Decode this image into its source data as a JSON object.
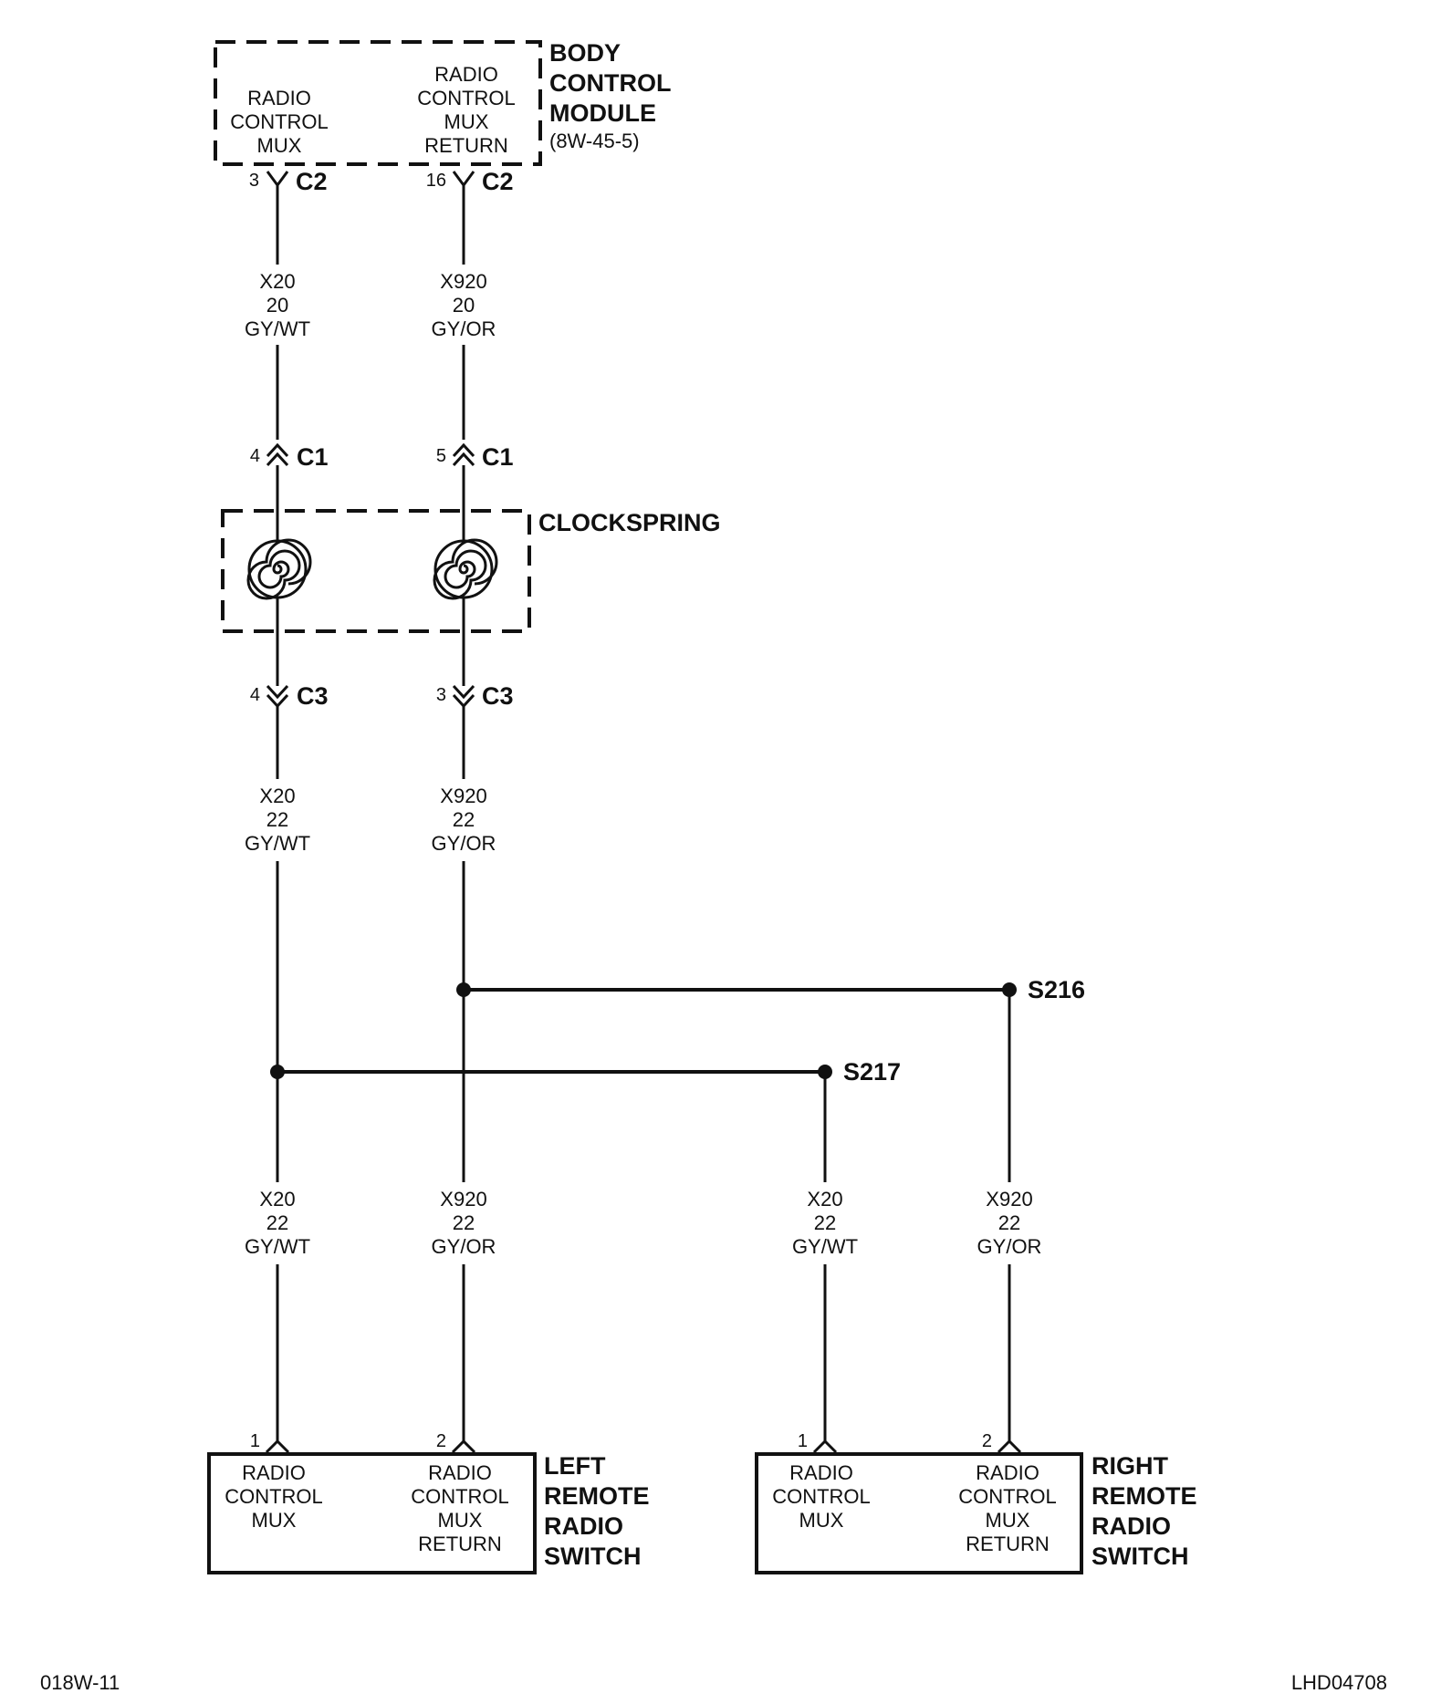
{
  "body_control_module": {
    "title_lines": [
      "BODY",
      "CONTROL",
      "MODULE"
    ],
    "reference": "(8W-45-5)",
    "pin_left_lines": [
      "RADIO",
      "CONTROL",
      "MUX"
    ],
    "pin_right_lines": [
      "RADIO",
      "CONTROL",
      "MUX",
      "RETURN"
    ]
  },
  "connectors": {
    "c2_left": {
      "pin": "3",
      "name": "C2"
    },
    "c2_right": {
      "pin": "16",
      "name": "C2"
    },
    "c1_left": {
      "pin": "4",
      "name": "C1"
    },
    "c1_right": {
      "pin": "5",
      "name": "C1"
    },
    "c3_left": {
      "pin": "4",
      "name": "C3"
    },
    "c3_right": {
      "pin": "3",
      "name": "C3"
    }
  },
  "clockspring": {
    "label": "CLOCKSPRING"
  },
  "wires": {
    "upper_left": [
      "X20",
      "20",
      "GY/WT"
    ],
    "upper_right": [
      "X920",
      "20",
      "GY/OR"
    ],
    "mid_left": [
      "X20",
      "22",
      "GY/WT"
    ],
    "mid_right": [
      "X920",
      "22",
      "GY/OR"
    ],
    "lower_1": [
      "X20",
      "22",
      "GY/WT"
    ],
    "lower_2": [
      "X920",
      "22",
      "GY/OR"
    ],
    "lower_3": [
      "X20",
      "22",
      "GY/WT"
    ],
    "lower_4": [
      "X920",
      "22",
      "GY/OR"
    ]
  },
  "splices": {
    "s216": "S216",
    "s217": "S217"
  },
  "left_switch": {
    "title_lines": [
      "LEFT",
      "REMOTE",
      "RADIO",
      "SWITCH"
    ],
    "pin1": "1",
    "pin2": "2",
    "pin1_lines": [
      "RADIO",
      "CONTROL",
      "MUX"
    ],
    "pin2_lines": [
      "RADIO",
      "CONTROL",
      "MUX",
      "RETURN"
    ]
  },
  "right_switch": {
    "title_lines": [
      "RIGHT",
      "REMOTE",
      "RADIO",
      "SWITCH"
    ],
    "pin1": "1",
    "pin2": "2",
    "pin1_lines": [
      "RADIO",
      "CONTROL",
      "MUX"
    ],
    "pin2_lines": [
      "RADIO",
      "CONTROL",
      "MUX",
      "RETURN"
    ]
  },
  "footer": {
    "left": "018W-11",
    "right": "LHD04708"
  }
}
